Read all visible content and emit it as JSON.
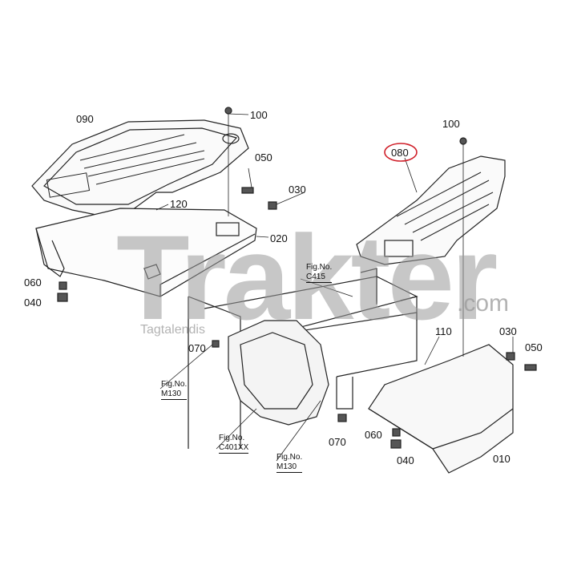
{
  "diagram": {
    "callouts": {
      "p090": "090",
      "p100a": "100",
      "p050a": "050",
      "p030a": "030",
      "p120": "120",
      "p020": "020",
      "p060a": "060",
      "p040a": "040",
      "p070a": "070",
      "p100b": "100",
      "p080": "080",
      "p110": "110",
      "p030b": "030",
      "p050b": "050",
      "p070b": "070",
      "p060b": "060",
      "p040b": "040",
      "p010": "010"
    },
    "figrefs": {
      "c415": {
        "line1": "Fig.No.",
        "line2": "C415"
      },
      "m130a": {
        "line1": "Fig.No.",
        "line2": "M130"
      },
      "c401": {
        "line1": "Fig.No.",
        "line2": "C401XX"
      },
      "m130b": {
        "line1": "Fig.No.",
        "line2": "M130"
      }
    },
    "highlight_color": "#d0202a"
  },
  "watermark": {
    "brand": "Trakter",
    "domain": ".com",
    "tagline": "Tagtalendis"
  }
}
